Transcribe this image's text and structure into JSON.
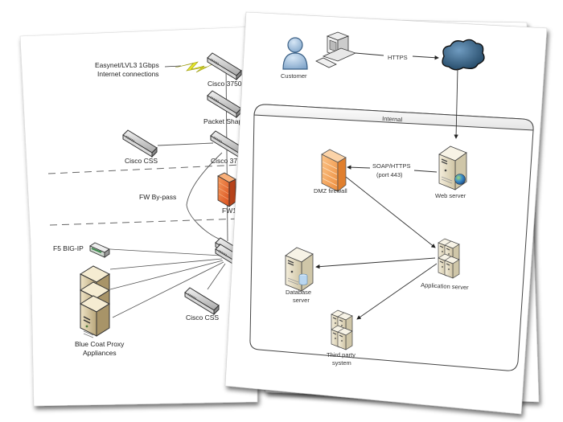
{
  "back_page": {
    "internet_label_line1": "Easynet/LVL3 1Gbps",
    "internet_label_line2": "Internet connections",
    "switch_top_label": "Cisco 3750",
    "packet_shaper_label": "Packet Shaper",
    "switch_mid_label": "Cisco 3750",
    "cisco_css_top_label": "Cisco CSS",
    "fw_bypass_label": "FW By-pass",
    "firewall_label": "FW1",
    "f5_label": "F5 BIG-IP",
    "bluecoat_label_line1": "Blue Coat Proxy",
    "bluecoat_label_line2": "Appliances",
    "cisco_css_bottom_label": "Cisco CSS"
  },
  "front_page": {
    "customer_label": "Customer",
    "https_label": "HTTPS",
    "internal_zone_label": "Internal",
    "dmz_firewall_label": "DMZ firewall",
    "soap_label_line1": "SOAP/HTTPS",
    "soap_label_line2": "(port 443)",
    "web_server_label": "Web server",
    "app_server_label": "Application server",
    "db_server_label_line1": "Database",
    "db_server_label_line2": "server",
    "third_party_label_line1": "Third party",
    "third_party_label_line2": "system"
  },
  "colors": {
    "firewall_back": "#e8692e",
    "firewall_front": "#f2a25a",
    "cloud": "#3d6a8e",
    "customer": "#a9c4e0",
    "server_beige": "#e9e0c8",
    "lightning": "#e6e62a"
  }
}
